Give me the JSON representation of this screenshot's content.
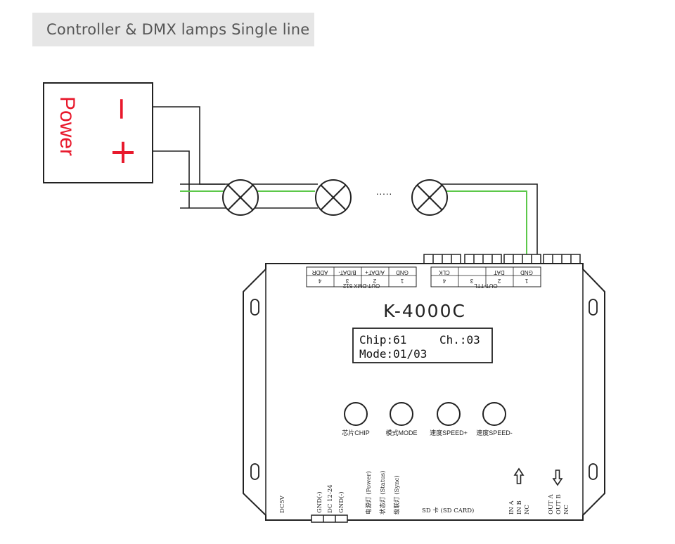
{
  "title": "Controller & DMX lamps Single line",
  "power": {
    "label": "Power",
    "minus": "−",
    "plus": "+"
  },
  "ellipsis": "·····",
  "colors": {
    "signal": "#5cc84a",
    "power_label": "#e8192c",
    "line": "#222222"
  },
  "controller": {
    "model": "K-4000C",
    "lcd": {
      "line1_left": "Chip:61",
      "line1_right": "Ch.:03",
      "line2": "Mode:01/03"
    },
    "dmx_port": {
      "title": "OUT-DMX 512",
      "labels": [
        "GND",
        "A/DAT+",
        "B/DAT-",
        "ADDR"
      ],
      "numbers": [
        "1",
        "2",
        "3",
        "4"
      ]
    },
    "ttl_port": {
      "title": "OUT-TTL",
      "labels": [
        "GND",
        "DAT",
        "",
        "CLK"
      ],
      "numbers": [
        "1",
        "2",
        "3",
        "4"
      ]
    },
    "buttons": [
      "芯片CHIP",
      "模式MODE",
      "速度SPEED+",
      "速度SPEED-"
    ],
    "bottom": {
      "dc5v": "DC5V",
      "power_in": [
        "GND(-)",
        "DC 12-24",
        "GND(-)"
      ],
      "leds": [
        "电源灯 (Power)",
        "状态灯 (Status)",
        "级联灯 (Sync)"
      ],
      "sd_card": "SD 卡 (SD CARD)",
      "in_pins": [
        "IN A",
        "IN B",
        "NC"
      ],
      "out_pins": [
        "OUT A",
        "OUT B",
        "NC"
      ]
    }
  }
}
